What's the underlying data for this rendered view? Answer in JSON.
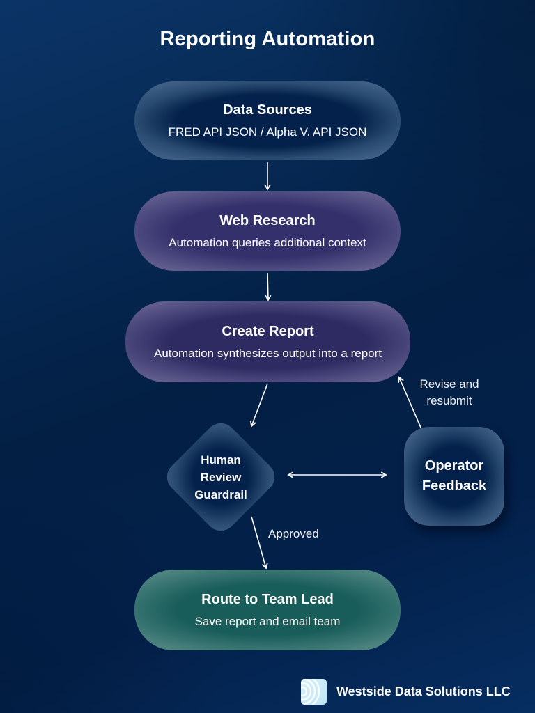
{
  "title": "Reporting Automation",
  "nodes": {
    "data_sources": {
      "heading": "Data Sources",
      "subtitle": "FRED API JSON / Alpha V.  API JSON"
    },
    "web_research": {
      "heading": "Web Research",
      "subtitle": "Automation queries additional context"
    },
    "create_report": {
      "heading": "Create Report",
      "subtitle": "Automation synthesizes output into a report"
    },
    "human_review": {
      "lines": [
        "Human",
        "Review",
        "Guardrail"
      ]
    },
    "operator_feedback": {
      "lines": [
        "Operator",
        "Feedback"
      ]
    },
    "route_team_lead": {
      "heading": "Route to Team Lead",
      "subtitle": "Save report and email team"
    }
  },
  "edges": {
    "revise_label": [
      "Revise and",
      "resubmit"
    ],
    "approved_label": "Approved"
  },
  "brand": {
    "name": "Westside Data Solutions LLC",
    "icon": "concentric-arcs-logo-icon"
  },
  "colors": {
    "background": "#03214a",
    "data_sources_fill": "#3f5f85",
    "research_fill": "#625e8e",
    "route_fill": "#4d837f",
    "arrow": "#ffffff"
  }
}
